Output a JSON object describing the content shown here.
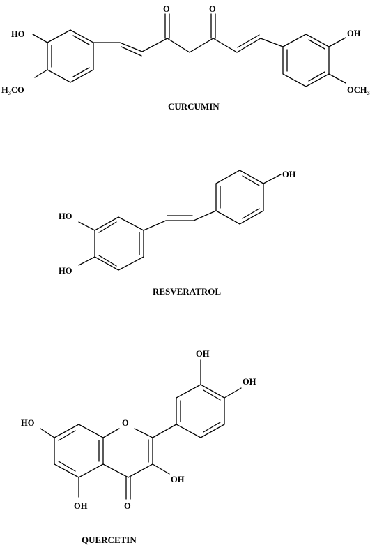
{
  "molecules": [
    {
      "name": "CURCUMIN",
      "labels": {
        "oh_left": "HO",
        "methoxy_left_main": "H",
        "methoxy_left_sub": "3",
        "methoxy_left_tail": "CO",
        "carbonyl_1": "O",
        "carbonyl_2": "O",
        "oh_right": "OH",
        "methoxy_right_main": "OCH",
        "methoxy_right_sub": "3"
      }
    },
    {
      "name": "RESVERATROL",
      "labels": {
        "oh_para": "OH",
        "oh_1": "HO",
        "oh_2": "HO"
      }
    },
    {
      "name": "QUERCETIN",
      "labels": {
        "oh_3p": "OH",
        "oh_4p": "OH",
        "oh_7": "HO",
        "ring_o": "O",
        "oh_3": "OH",
        "oh_5": "OH",
        "carbonyl": "O"
      }
    }
  ]
}
